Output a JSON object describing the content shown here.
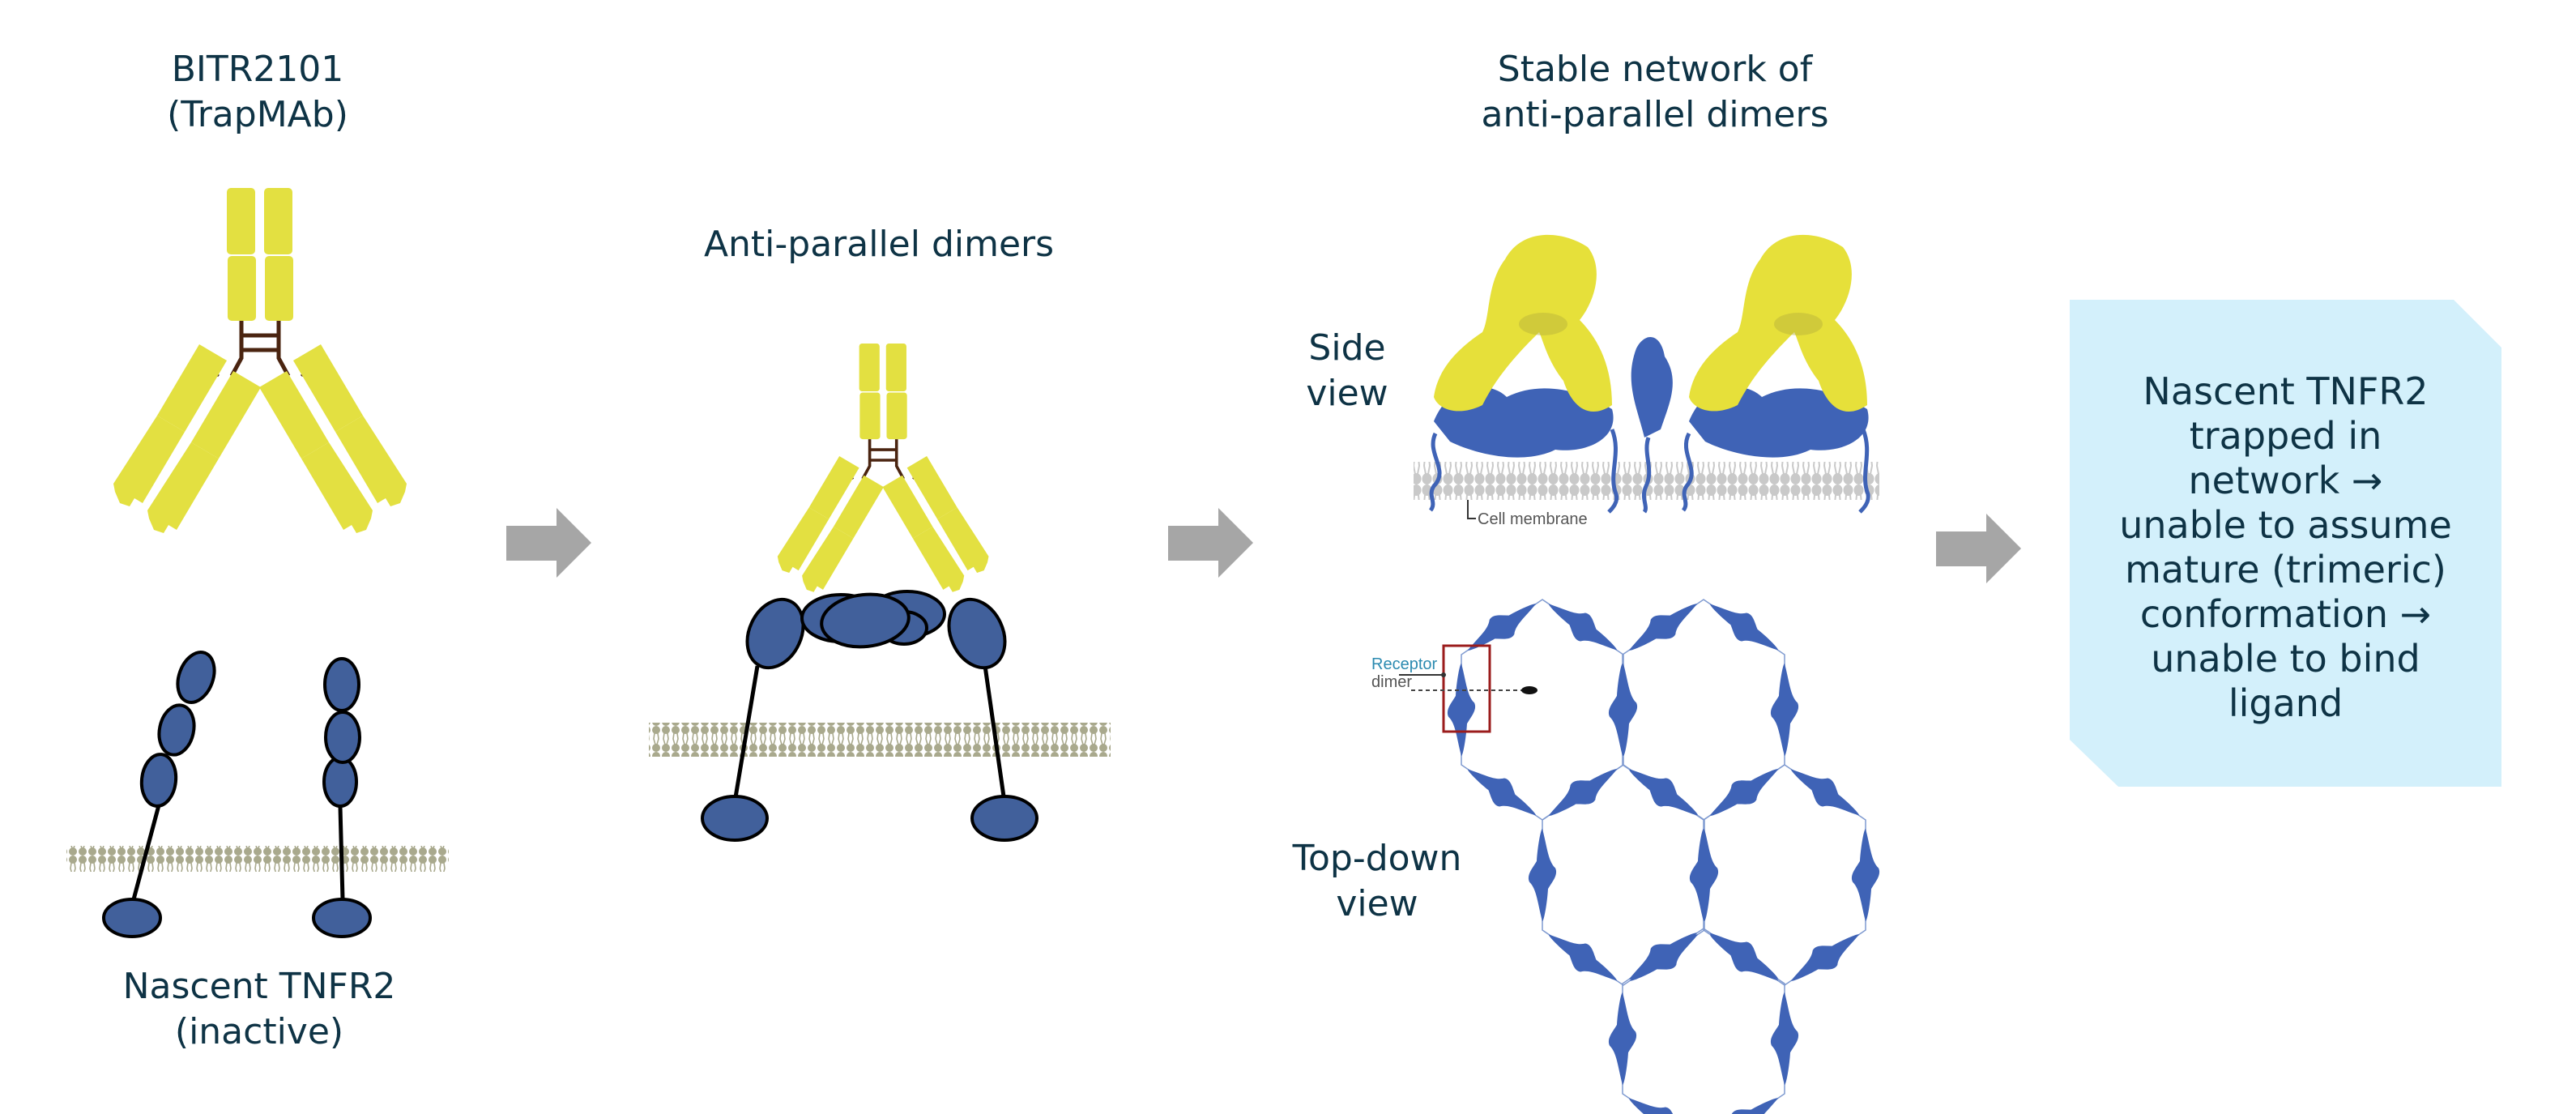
{
  "panels": {
    "antibody": {
      "title_line1": "BITR2101",
      "title_line2": "(TrapMAb)"
    },
    "nascent": {
      "label_line1": "Nascent TNFR2",
      "label_line2": "(inactive)"
    },
    "dimers": {
      "title": "Anti-parallel dimers"
    },
    "network": {
      "title_line1": "Stable network of",
      "title_line2": "anti-parallel dimers",
      "side_view_line1": "Side",
      "side_view_line2": "view",
      "cell_membrane_label": "Cell membrane",
      "top_down_line1": "Top-down",
      "top_down_line2": "view",
      "receptor_label_line1": "Receptor",
      "receptor_label_line2": "dimer"
    },
    "outcome": {
      "lines": [
        "Nascent TNFR2",
        "trapped in",
        "network →",
        "unable to assume",
        "mature (trimeric)",
        "conformation →",
        "unable to bind",
        "ligand"
      ]
    }
  },
  "arrows": [
    "flow-arrow-1",
    "flow-arrow-2",
    "flow-arrow-3"
  ],
  "colors": {
    "text": "#0e3345",
    "antibody_yellow": "#e3e041",
    "antibody_hinge": "#4a2410",
    "receptor_blue": "#41609b",
    "protein_blue": "#3f63b6",
    "membrane_olive": "#a9a98d",
    "membrane_gray": "#c9c9c9",
    "arrow_gray": "#a6a6a6",
    "outcome_box": "#d3f0fb",
    "highlight_red": "#9b1c1c",
    "receptor_label_blue": "#2b8ab0"
  }
}
